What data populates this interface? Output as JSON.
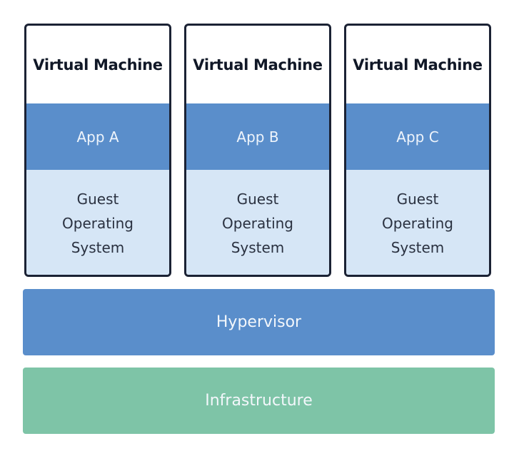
{
  "diagram": {
    "virtual_machines": [
      {
        "title": "Virtual Machine",
        "app": "App A",
        "guest_os": [
          "Guest",
          "Operating",
          "System"
        ]
      },
      {
        "title": "Virtual Machine",
        "app": "App B",
        "guest_os": [
          "Guest",
          "Operating",
          "System"
        ]
      },
      {
        "title": "Virtual Machine",
        "app": "App C",
        "guest_os": [
          "Guest",
          "Operating",
          "System"
        ]
      }
    ],
    "hypervisor": "Hypervisor",
    "infrastructure": "Infrastructure"
  },
  "colors": {
    "app": "#5a8ecb",
    "guest_os": "#d6e6f6",
    "hypervisor": "#5a8ecb",
    "infrastructure": "#7ec4a7",
    "border": "#1b2234"
  }
}
